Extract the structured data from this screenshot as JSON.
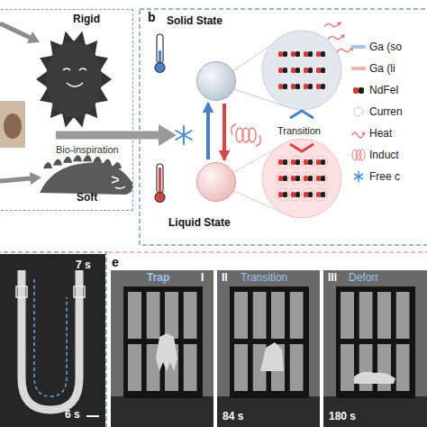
{
  "diagram": {
    "nodes": [
      {
        "text": [
          "Rigid",
          "Soft"
        ]
      },
      {
        "text": [
          "Solid State"
        ]
      },
      {
        "text": [
          "Liquid State"
        ]
      },
      {
        "text": [
          "7 s",
          "6 s"
        ]
      },
      {
        "text": [
          "Trap",
          "I"
        ]
      },
      {
        "text": [
          "II",
          "Transition",
          "84 s"
        ]
      },
      {
        "text": [
          "III",
          "Deforr",
          "180 s"
        ]
      }
    ],
    "edges": [
      {
        "from": 1,
        "to": 2,
        "arrow": "to"
      },
      {
        "from": 2,
        "to": 1,
        "arrow": "to"
      }
    ],
    "labels": [
      "b",
      "Bio-inspiration",
      "Transition",
      "e"
    ],
    "legend": [
      {
        "text": "Ga (so",
        "color": "#a9c4e6"
      },
      {
        "text": "Ga (li",
        "color": "#f2b3b3"
      },
      {
        "text": "NdFeI"
      },
      {
        "text": "Curren"
      },
      {
        "text": "Heat"
      },
      {
        "text": "Induct"
      },
      {
        "text": "Free c"
      }
    ]
  }
}
